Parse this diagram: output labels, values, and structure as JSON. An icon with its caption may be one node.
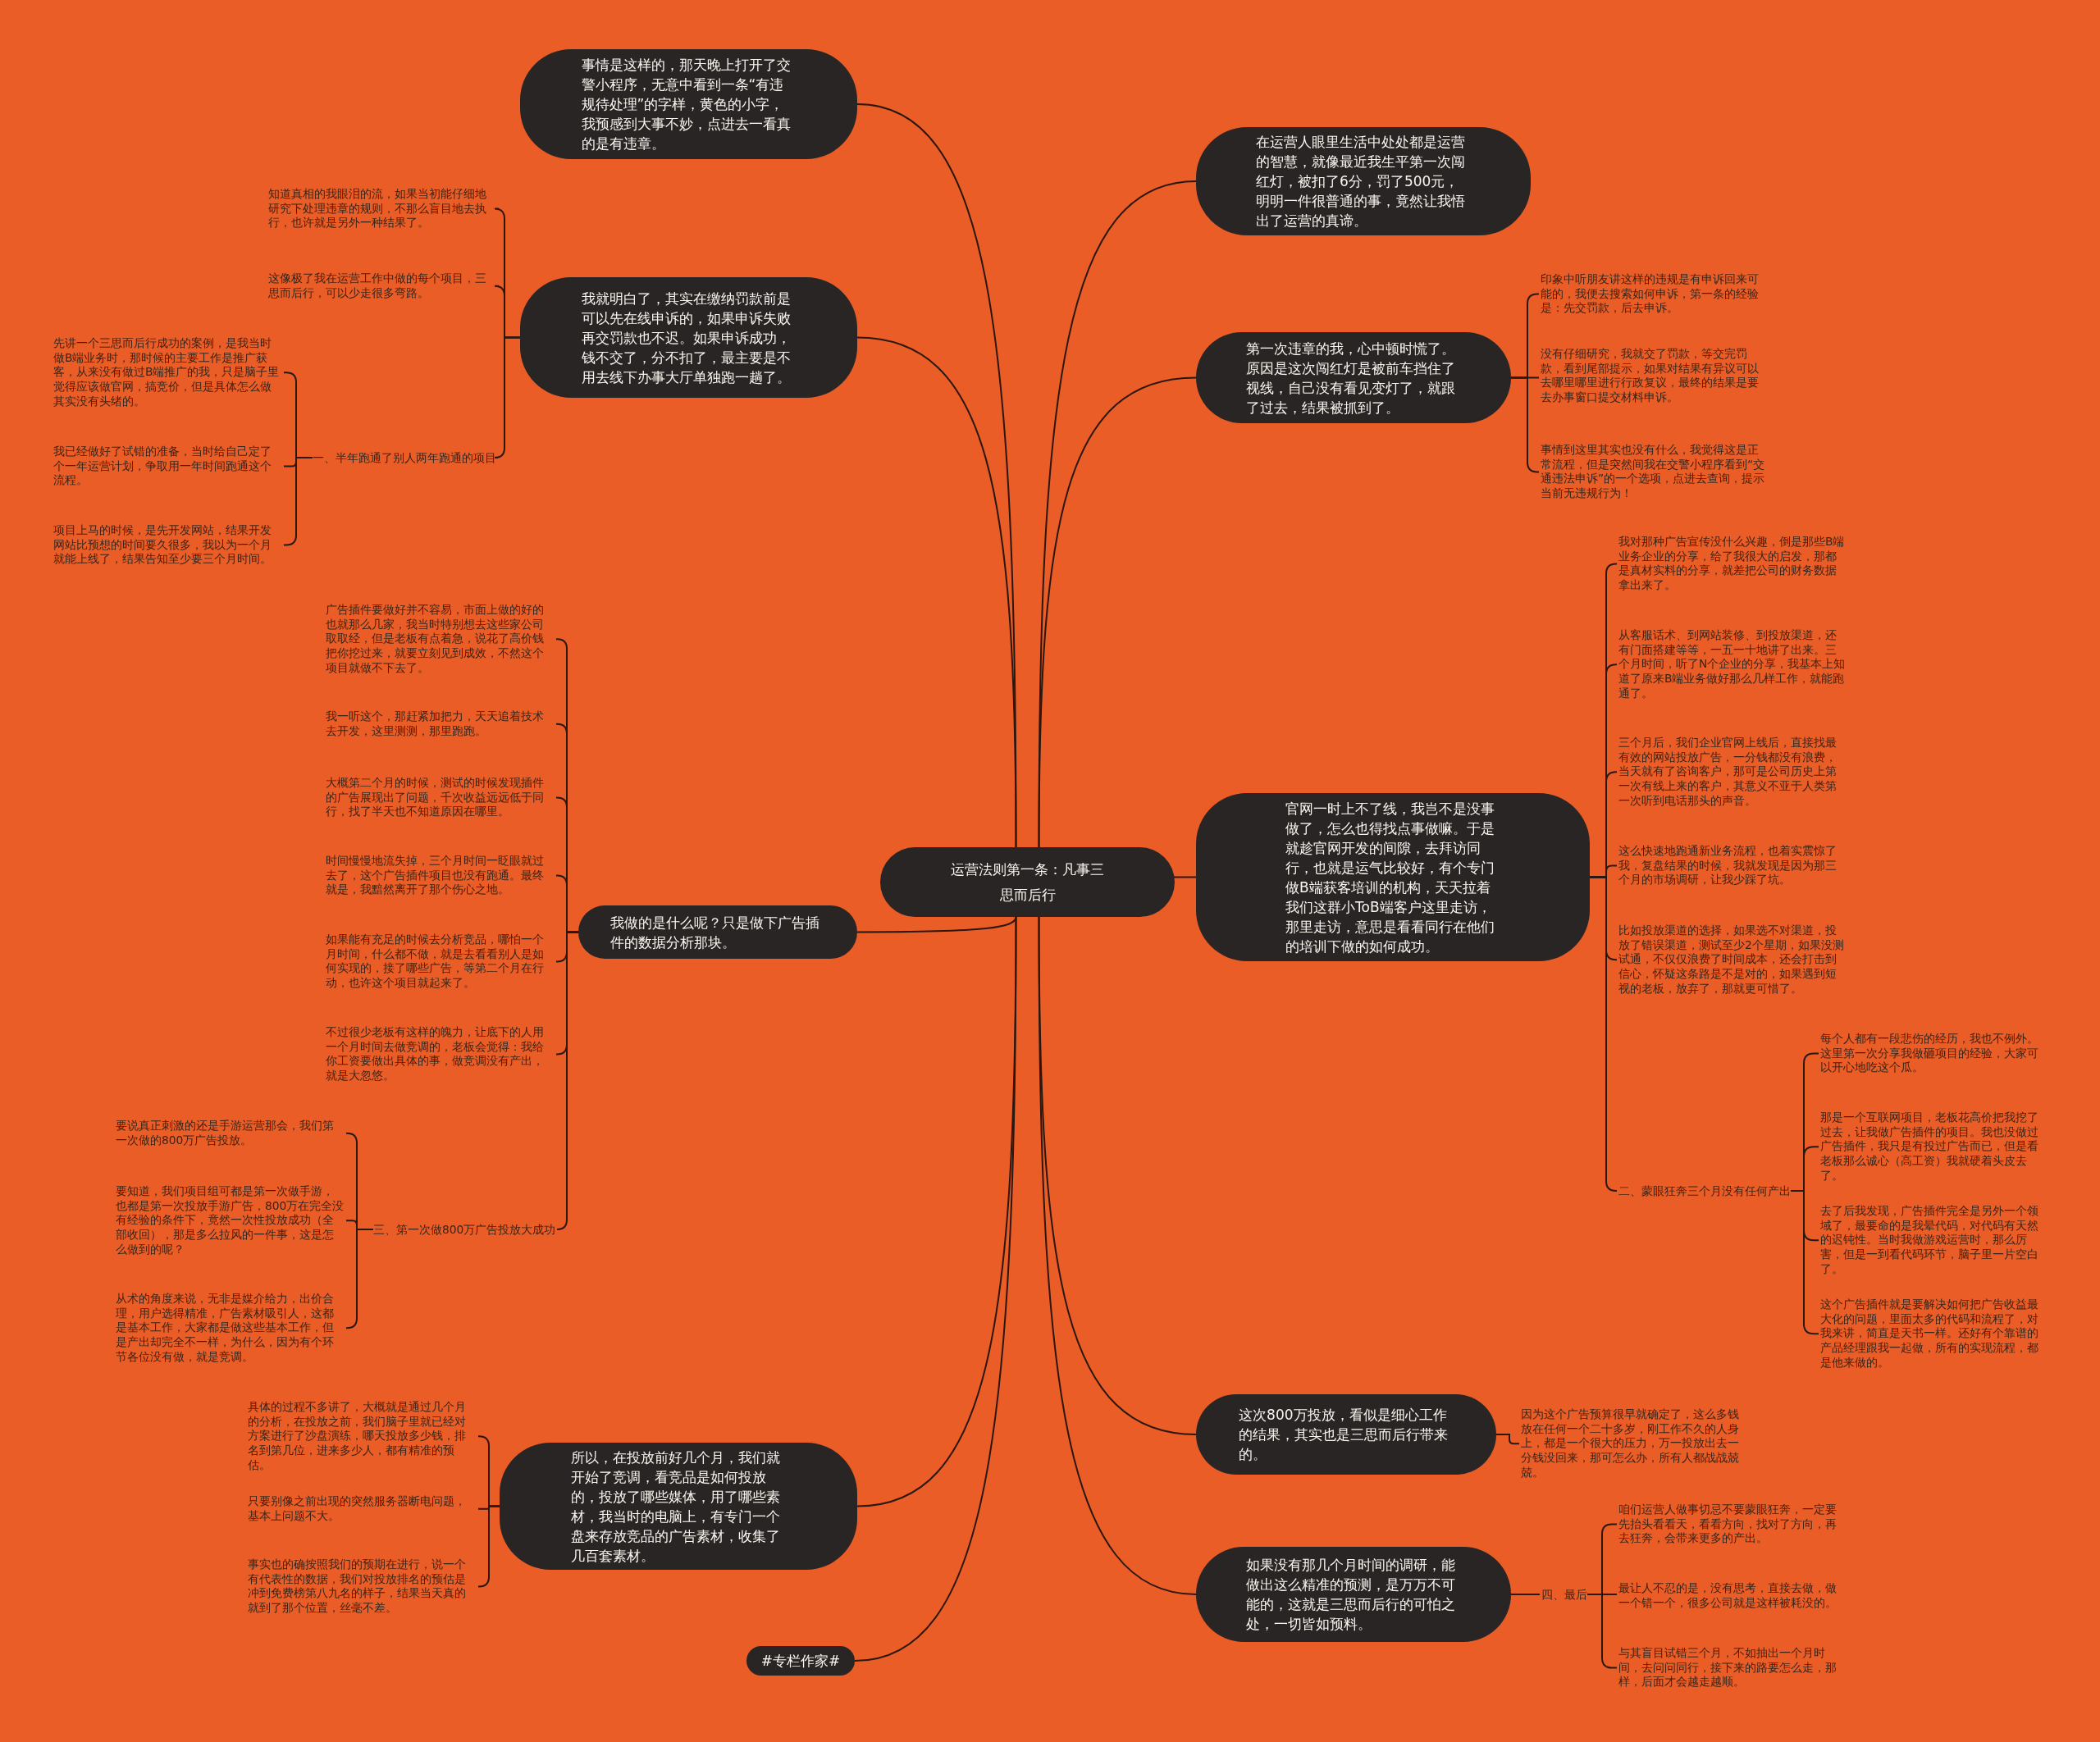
{
  "diagram": {
    "nodes": [
      {
        "text": [
          "运营法则第一条：凡事三思而后行"
        ]
      },
      {
        "text": [
          "事情是这样的，那天晚上打开了交警小程序，无意中看到一条“有违规待处理”的字样，黄色的小字，我预感到大事不妙，点进去一看真的是有违章。"
        ]
      },
      {
        "text": [
          "我就明白了，其实在缴纳罚款前是可以先在线申诉的，如果申诉失败再交罚款也不迟。如果申诉成功，钱不交了，分不扣了，最主要是不用去线下办事大厅单独跑一趟了。"
        ]
      },
      {
        "text": [
          "知道真相的我眼泪的流，如果当初能仔细地研究下处理违章的规则，不那么盲目地去执行，也许就是另外一种结果了。"
        ]
      },
      {
        "text": [
          "这像极了我在运营工作中做的每个项目，三思而后行，可以少走很多弯路。"
        ]
      },
      {
        "text": [
          "一、半年跑通了别人两年跑通的项目"
        ]
      },
      {
        "text": [
          "先讲一个三思而后行成功的案例，是我当时做B端业务时，那时候的主要工作是推广获客，从来没有做过B端推广的我，只是脑子里觉得应该做官网，搞竞价，但是具体怎么做其实没有头绪的。"
        ]
      },
      {
        "text": [
          "我已经做好了试错的准备，当时给自己定了个一年运营计划，争取用一年时间跑通这个流程。"
        ]
      },
      {
        "text": [
          "项目上马的时候，是先开发网站，结果开发网站比预想的时间要久很多，我以为一个月就能上线了，结果告知至少要三个月时间。"
        ]
      },
      {
        "text": [
          "我做的是什么呢？只是做下广告插件的数据分析那块。"
        ]
      },
      {
        "text": [
          "广告插件要做好并不容易，市面上做的好的也就那么几家，我当时特别想去这些家公司取取经，但是老板有点着急，说花了高价钱把你挖过来，就要立刻见到成效，不然这个项目就做不下去了。"
        ]
      },
      {
        "text": [
          "我一听这个，那赶紧加把力，天天追着技术去开发，这里测测，那里跑跑。"
        ]
      },
      {
        "text": [
          "大概第二个月的时候，测试的时候发现插件的广告展现出了问题，千次收益远远低于同行，找了半天也不知道原因在哪里。"
        ]
      },
      {
        "text": [
          "时间慢慢地流失掉，三个月时间一眨眼就过去了，这个广告插件项目也没有跑通。最终就是，我黯然离开了那个伤心之地。"
        ]
      },
      {
        "text": [
          "如果能有充足的时候去分析竞品，哪怕一个月时间，什么都不做，就是去看看别人是如何实现的，接了哪些广告，等第二个月在行动，也许这个项目就起来了。"
        ]
      },
      {
        "text": [
          "不过很少老板有这样的魄力，让底下的人用一个月时间去做竞调的，老板会觉得：我给你工资要做出具体的事，做竞调没有产出，就是大忽悠。"
        ]
      },
      {
        "text": [
          "三、第一次做800万广告投放大成功"
        ]
      },
      {
        "text": [
          "要说真正刺激的还是手游运营那会，我们第一次做的800万广告投放。"
        ]
      },
      {
        "text": [
          "要知道，我们项目组可都是第一次做手游，也都是第一次投放手游广告，800万在完全没有经验的条件下，竟然一次性投放成功（全部收回），那是多么拉风的一件事，这是怎么做到的呢？"
        ]
      },
      {
        "text": [
          "从术的角度来说，无非是媒介给力，出价合理，用户选得精准，广告素材吸引人，这都是基本工作，大家都是做这些基本工作，但是产出却完全不一样，为什么，因为有个环节各位没有做，就是竞调。"
        ]
      },
      {
        "text": [
          "所以，在投放前好几个月，我们就开始了竞调，看竞品是如何投放的，投放了哪些媒体，用了哪些素材，我当时的电脑上，有专门一个盘来存放竞品的广告素材，收集了几百套素材。"
        ]
      },
      {
        "text": [
          "具体的过程不多讲了，大概就是通过几个月的分析，在投放之前，我们脑子里就已经对方案进行了沙盘演练，哪天投放多少钱，排名到第几位，进来多少人，都有精准的预估。"
        ]
      },
      {
        "text": [
          "只要别像之前出现的突然服务器断电问题，基本上问题不大。"
        ]
      },
      {
        "text": [
          "事实也的确按照我们的预期在进行，说一个有代表性的数据，我们对投放排名的预估是冲到免费榜第八九名的样子，结果当天真的就到了那个位置，丝毫不差。"
        ]
      },
      {
        "text": [
          "#专栏作家#"
        ]
      },
      {
        "text": [
          "在运营人眼里生活中处处都是运营的智慧，就像最近我生平第一次闯红灯，被扣了6分，罚了500元，明明一件很普通的事，竟然让我悟出了运营的真谛。"
        ]
      },
      {
        "text": [
          "第一次违章的我，心中顿时慌了。原因是这次闯红灯是被前车挡住了视线，自己没有看见变灯了，就跟了过去，结果被抓到了。"
        ]
      },
      {
        "text": [
          "印象中听朋友讲这样的违规是有申诉回来可能的，我便去搜索如何申诉，第一条的经验是：先交罚款，后去申诉。"
        ]
      },
      {
        "text": [
          "没有仔细研究，我就交了罚款，等交完罚款，看到尾部提示，如果对结果有异议可以去哪里哪里进行行政复议，最终的结果是要去办事窗口提交材料申诉。"
        ]
      },
      {
        "text": [
          "事情到这里其实也没有什么，我觉得这是正常流程，但是突然间我在交警小程序看到“交通违法申诉”的一个选项，点进去查询，提示当前无违规行为！"
        ]
      },
      {
        "text": [
          "官网一时上不了线，我岂不是没事做了，怎么也得找点事做嘛。于是就趁官网开发的间隙，去拜访同行，也就是运气比较好，有个专门做B端获客培训的机构，天天拉着我们这群小ToB端客户这里走访，那里走访，意思是看看同行在他们的培训下做的如何成功。"
        ]
      },
      {
        "text": [
          "我对那种广告宣传没什么兴趣，倒是那些B端业务企业的分享，给了我很大的启发，那都是真材实料的分享，就差把公司的财务数据拿出来了。"
        ]
      },
      {
        "text": [
          "从客服话术、到网站装修、到投放渠道，还有门面搭建等等，一五一十地讲了出来。三个月时间，听了N个企业的分享，我基本上知道了原来B端业务做好那么几样工作，就能跑通了。"
        ]
      },
      {
        "text": [
          "三个月后，我们企业官网上线后，直接找最有效的网站投放广告，一分钱都没有浪费，当天就有了咨询客户，那可是公司历史上第一次有线上来的客户，其意义不亚于人类第一次听到电话那头的声音。"
        ]
      },
      {
        "text": [
          "这么快速地跑通新业务流程，也着实震惊了我，复盘结果的时候，我就发现是因为那三个月的市场调研，让我少踩了坑。"
        ]
      },
      {
        "text": [
          "比如投放渠道的选择，如果选不对渠道，投放了错误渠道，测试至少2个星期，如果没测试通，不仅仅浪费了时间成本，还会打击到信心，怀疑这条路是不是对的，如果遇到短视的老板，放弃了，那就更可惜了。"
        ]
      },
      {
        "text": [
          "二、蒙眼狂奔三个月没有任何产出"
        ]
      },
      {
        "text": [
          "每个人都有一段悲伤的经历，我也不例外。这里第一次分享我做砸项目的经验，大家可以开心地吃这个瓜。"
        ]
      },
      {
        "text": [
          "那是一个互联网项目，老板花高价把我挖了过去，让我做广告插件的项目。我也没做过广告插件，我只是有投过广告而已，但是看老板那么诚心（高工资）我就硬着头皮去了。"
        ]
      },
      {
        "text": [
          "去了后我发现，广告插件完全是另外一个领域了，最要命的是我晕代码，对代码有天然的迟钝性。当时我做游戏运营时，那么厉害，但是一到看代码环节，脑子里一片空白了。"
        ]
      },
      {
        "text": [
          "这个广告插件就是要解决如何把广告收益最大化的问题，里面太多的代码和流程了，对我来讲，简直是天书一样。还好有个靠谱的产品经理跟我一起做，所有的实现流程，都是他来做的。"
        ]
      },
      {
        "text": [
          "这次800万投放，看似是细心工作的结果，其实也是三思而后行带来的。"
        ]
      },
      {
        "text": [
          "因为这个广告预算很早就确定了，这么多钱放在任何一个二十多岁，刚工作不久的人身上，都是一个很大的压力，万一投放出去一分钱没回来，那可怎么办，所有人都战战兢兢。"
        ]
      },
      {
        "text": [
          "如果没有那几个月时间的调研，能做出这么精准的预测，是万万不可能的，这就是三思而后行的可怕之处，一切皆如预料。"
        ]
      },
      {
        "text": [
          "四、最后"
        ]
      },
      {
        "text": [
          "咱们运营人做事切忌不要蒙眼狂奔，一定要先抬头看看天，看看方向，找对了方向，再去狂奔，会带来更多的产出。"
        ]
      },
      {
        "text": [
          "最让人不忍的是，没有思考，直接去做，做一个错一个，很多公司就是这样被耗没的。"
        ]
      },
      {
        "text": [
          "与其盲目试错三个月，不如抽出一个月时间，去问问同行，接下来的路要怎么走，那样，后面才会越走越顺。"
        ]
      }
    ],
    "edges": [
      {
        "from": 0,
        "to": 1,
        "arrow": "none"
      },
      {
        "from": 0,
        "to": 2,
        "arrow": "none"
      },
      {
        "from": 0,
        "to": 9,
        "arrow": "none"
      },
      {
        "from": 0,
        "to": 20,
        "arrow": "none"
      },
      {
        "from": 0,
        "to": 24,
        "arrow": "none"
      },
      {
        "from": 0,
        "to": 25,
        "arrow": "none"
      },
      {
        "from": 0,
        "to": 26,
        "arrow": "none"
      },
      {
        "from": 0,
        "to": 30,
        "arrow": "none"
      },
      {
        "from": 0,
        "to": 41,
        "arrow": "none"
      },
      {
        "from": 0,
        "to": 43,
        "arrow": "none"
      },
      {
        "from": 2,
        "to": 3,
        "arrow": "none"
      },
      {
        "from": 2,
        "to": 4,
        "arrow": "none"
      },
      {
        "from": 2,
        "to": 5,
        "arrow": "none"
      },
      {
        "from": 5,
        "to": 6,
        "arrow": "none"
      },
      {
        "from": 5,
        "to": 7,
        "arrow": "none"
      },
      {
        "from": 5,
        "to": 8,
        "arrow": "none"
      },
      {
        "from": 9,
        "to": 10,
        "arrow": "none"
      },
      {
        "from": 9,
        "to": 11,
        "arrow": "none"
      },
      {
        "from": 9,
        "to": 12,
        "arrow": "none"
      },
      {
        "from": 9,
        "to": 13,
        "arrow": "none"
      },
      {
        "from": 9,
        "to": 14,
        "arrow": "none"
      },
      {
        "from": 9,
        "to": 15,
        "arrow": "none"
      },
      {
        "from": 9,
        "to": 16,
        "arrow": "none"
      },
      {
        "from": 16,
        "to": 17,
        "arrow": "none"
      },
      {
        "from": 16,
        "to": 18,
        "arrow": "none"
      },
      {
        "from": 16,
        "to": 19,
        "arrow": "none"
      },
      {
        "from": 20,
        "to": 21,
        "arrow": "none"
      },
      {
        "from": 20,
        "to": 22,
        "arrow": "none"
      },
      {
        "from": 20,
        "to": 23,
        "arrow": "none"
      },
      {
        "from": 26,
        "to": 27,
        "arrow": "none"
      },
      {
        "from": 26,
        "to": 28,
        "arrow": "none"
      },
      {
        "from": 26,
        "to": 29,
        "arrow": "none"
      },
      {
        "from": 30,
        "to": 31,
        "arrow": "none"
      },
      {
        "from": 30,
        "to": 32,
        "arrow": "none"
      },
      {
        "from": 30,
        "to": 33,
        "arrow": "none"
      },
      {
        "from": 30,
        "to": 34,
        "arrow": "none"
      },
      {
        "from": 30,
        "to": 35,
        "arrow": "none"
      },
      {
        "from": 30,
        "to": 36,
        "arrow": "none"
      },
      {
        "from": 36,
        "to": 37,
        "arrow": "none"
      },
      {
        "from": 36,
        "to": 38,
        "arrow": "none"
      },
      {
        "from": 36,
        "to": 39,
        "arrow": "none"
      },
      {
        "from": 36,
        "to": 40,
        "arrow": "none"
      },
      {
        "from": 41,
        "to": 42,
        "arrow": "none"
      },
      {
        "from": 43,
        "to": 44,
        "arrow": "none"
      },
      {
        "from": 44,
        "to": 45,
        "arrow": "none"
      },
      {
        "from": 44,
        "to": 46,
        "arrow": "none"
      },
      {
        "from": 44,
        "to": 47,
        "arrow": "none"
      }
    ]
  }
}
